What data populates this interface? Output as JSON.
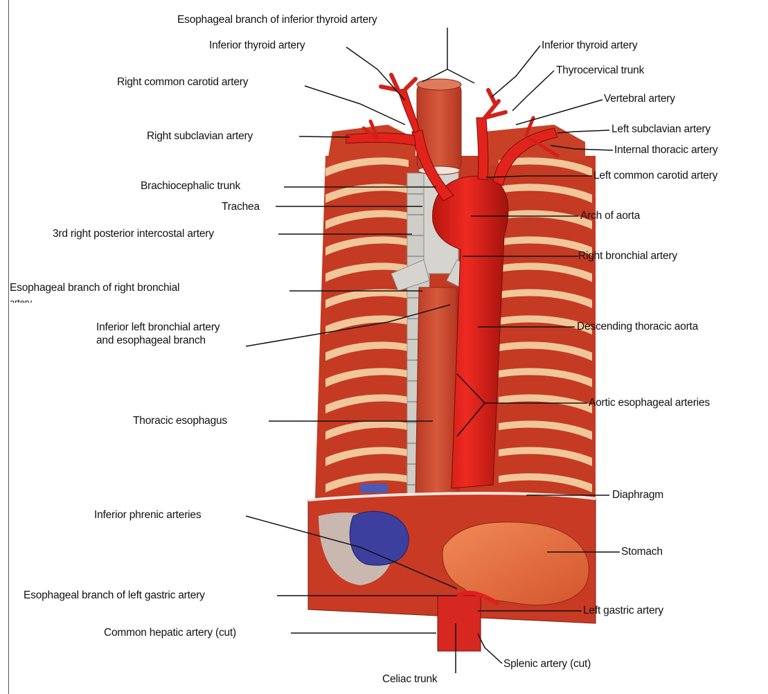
{
  "labels": {
    "esophageal_branch_inferior_thyroid": "Esophageal branch of inferior thyroid artery",
    "inferior_thyroid_right": "Inferior thyroid artery",
    "inferior_thyroid_left": "Inferior thyroid artery",
    "thyrocervical_trunk": "Thyrocervical trunk",
    "right_common_carotid": "Right common carotid artery",
    "vertebral_artery": "Vertebral artery",
    "right_subclavian": "Right subclavian artery",
    "left_subclavian": "Left subclavian artery",
    "internal_thoracic": "Internal thoracic artery",
    "left_common_carotid": "Left common carotid artery",
    "brachiocephalic_trunk": "Brachiocephalic trunk",
    "trachea": "Trachea",
    "arch_of_aorta": "Arch of aorta",
    "third_right_posterior_intercostal": "3rd right posterior intercostal artery",
    "right_bronchial": "Right bronchial artery",
    "esophageal_branch_right_bronchial": "Esophageal branch of right bronchial",
    "esophageal_branch_right_bronchial_cont": "artery",
    "inferior_left_bronchial_1": "Inferior left bronchial artery",
    "inferior_left_bronchial_2": "and esophageal branch",
    "descending_thoracic_aorta": "Descending thoracic aorta",
    "aortic_esophageal": "Aortic esophageal arteries",
    "thoracic_esophagus": "Thoracic esophagus",
    "diaphragm": "Diaphragm",
    "inferior_phrenic": "Inferior phrenic arteries",
    "stomach": "Stomach",
    "esophageal_branch_left_gastric": "Esophageal branch of left gastric artery",
    "left_gastric": "Left gastric artery",
    "common_hepatic": "Common hepatic artery (cut)",
    "splenic": "Splenic artery (cut)",
    "celiac_trunk": "Celiac trunk"
  },
  "colors": {
    "artery": "#e0201c",
    "artery_dark": "#a81410",
    "rib": "#f0c79a",
    "muscle": "#c9371f",
    "trachea": "#d4d4d0",
    "vein": "#3a3ea0",
    "stomach": "#e86f3e"
  }
}
